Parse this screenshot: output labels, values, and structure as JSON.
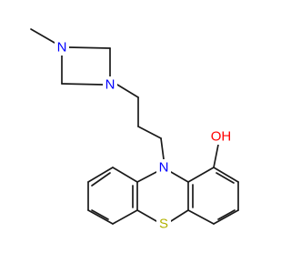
{
  "molecule": {
    "atoms": [
      {
        "name": "methyl-label",
        "text": "",
        "color": "#000000"
      },
      {
        "name": "piperazine-n4-label",
        "text": "N",
        "color": "#0000ff"
      },
      {
        "name": "piperazine-n1-label",
        "text": "N",
        "color": "#0000ff"
      },
      {
        "name": "phenothiazine-n-label",
        "text": "N",
        "color": "#0000ff"
      },
      {
        "name": "hydroxyl-label",
        "text": "OH",
        "color": "#ff0000"
      },
      {
        "name": "sulfur-label",
        "text": "S",
        "color": "#b2b200"
      }
    ]
  }
}
